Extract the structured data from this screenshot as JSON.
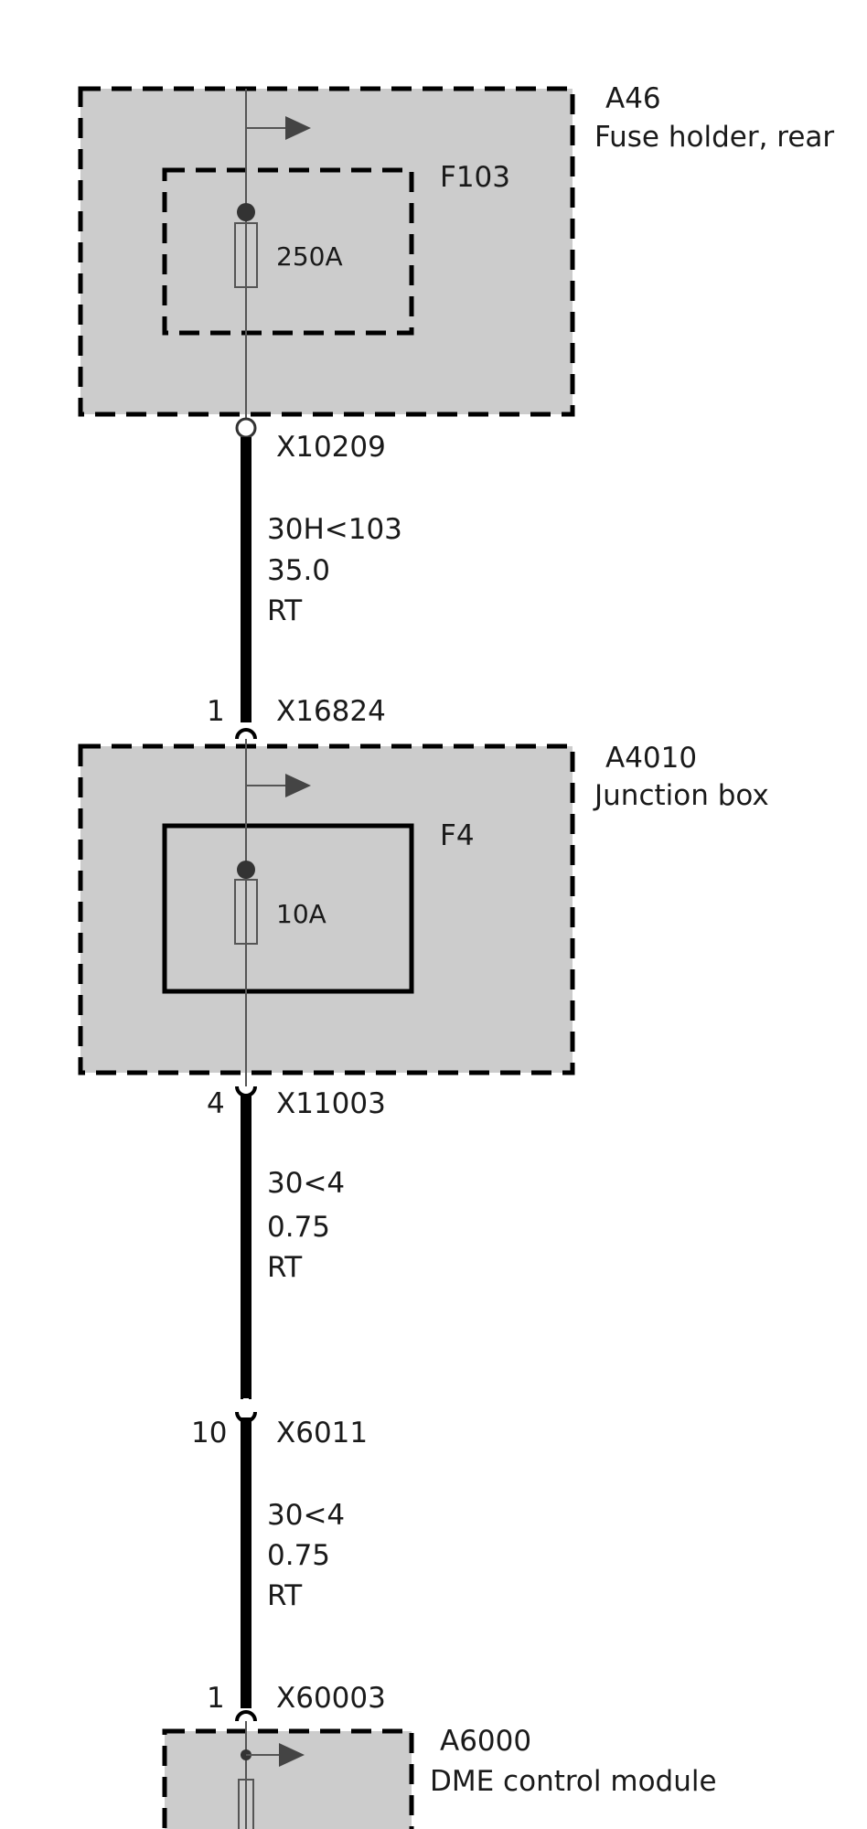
{
  "components": [
    {
      "id": "A46",
      "description": "Fuse holder, rear"
    },
    {
      "id": "A4010",
      "description": "Junction box"
    },
    {
      "id": "A6000",
      "description": "DME control module"
    }
  ],
  "fuses": [
    {
      "id": "F103",
      "rating": "250A"
    },
    {
      "id": "F4",
      "rating": "10A"
    }
  ],
  "connectors": [
    {
      "id": "X10209",
      "pin": ""
    },
    {
      "id": "X16824",
      "pin": "1"
    },
    {
      "id": "X11003",
      "pin": "4"
    },
    {
      "id": "X6011",
      "pin": "10"
    },
    {
      "id": "X60003",
      "pin": "1"
    }
  ],
  "wires": [
    {
      "signal": "30H<103",
      "cross_section": "35.0",
      "color": "RT"
    },
    {
      "signal": "30<4",
      "cross_section": "0.75",
      "color": "RT"
    },
    {
      "signal": "30<4",
      "cross_section": "0.75",
      "color": "RT"
    }
  ]
}
